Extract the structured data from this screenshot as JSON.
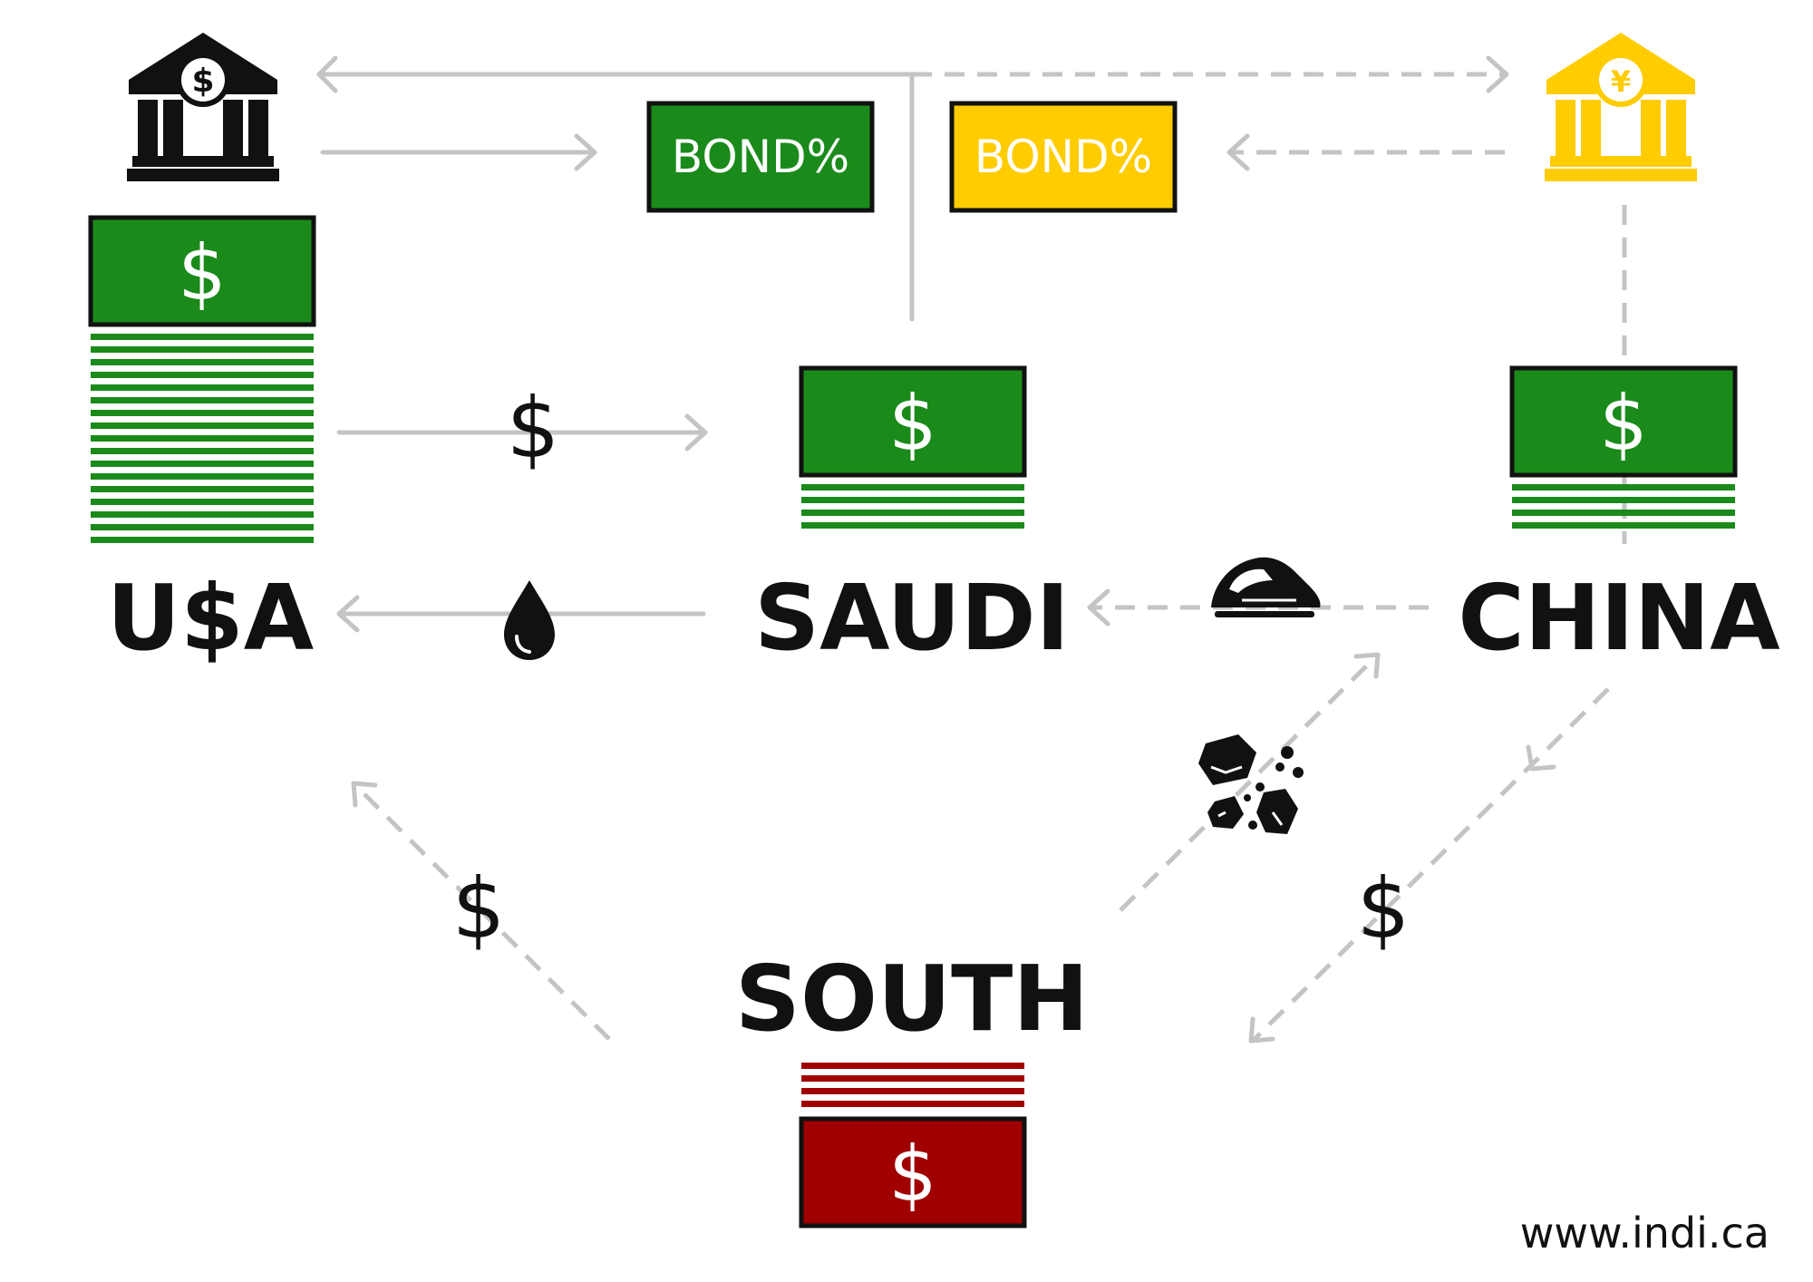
{
  "nodes": {
    "usa": {
      "label": "U$A"
    },
    "saudi": {
      "label": "SAUDI"
    },
    "china": {
      "label": "CHINA"
    },
    "south": {
      "label": "SOUTH"
    }
  },
  "bills": {
    "sign": "$"
  },
  "bonds": {
    "us_bond": {
      "label": "BOND%"
    },
    "china_bond": {
      "label": "BOND%"
    }
  },
  "flows": {
    "usa_to_saudi_sign": "$",
    "south_to_usa_sign": "$",
    "china_to_south_sign": "$"
  },
  "icons": {
    "us_bank": "bank-dollar-icon",
    "china_bank": "bank-yuan-icon",
    "oil": "oil-drop-icon",
    "train": "bullet-train-icon",
    "resources": "minerals-icon"
  },
  "colors": {
    "usd_green": "#1a8a1a",
    "china_yellow": "#ffcc00",
    "debt_red": "#a00000",
    "flow_gray": "#c4c4c4",
    "ink": "#111111"
  },
  "footer": {
    "site": "www.indi.ca"
  }
}
